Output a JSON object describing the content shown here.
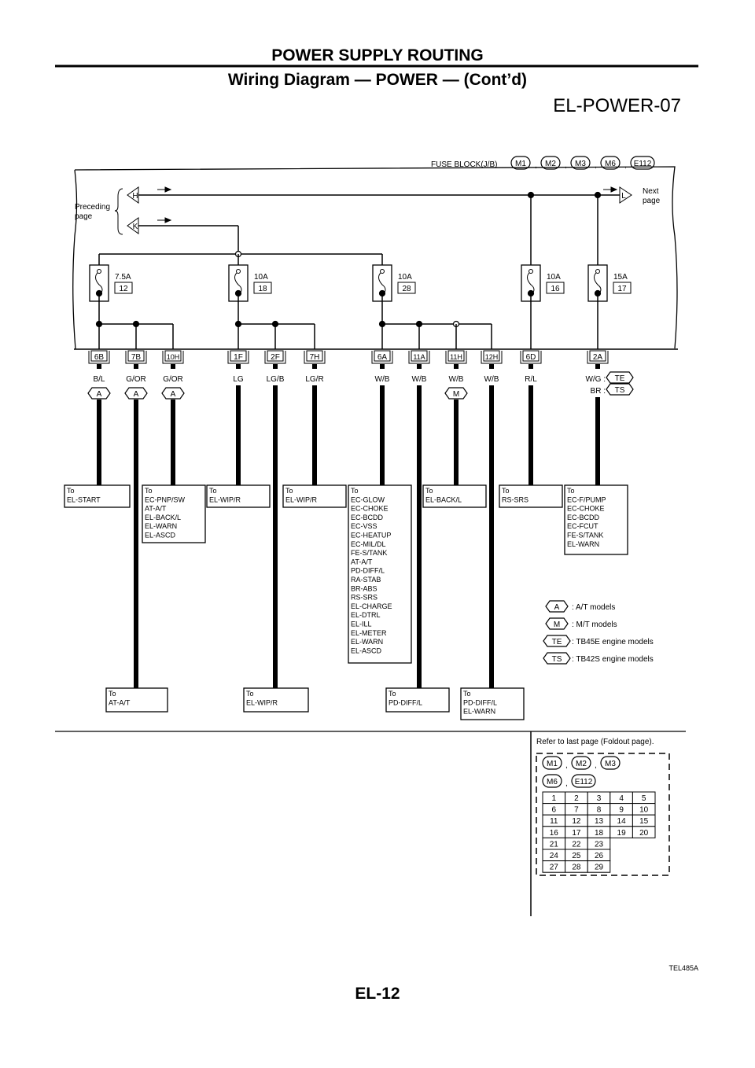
{
  "header": {
    "section_title": "POWER SUPPLY ROUTING",
    "subtitle": "Wiring Diagram — POWER — (Cont’d)",
    "diagram_id": "EL-POWER-07"
  },
  "fuse_block": {
    "label": "FUSE BLOCK(J/B)",
    "connectors": [
      "M1",
      "M2",
      "M3",
      "M6",
      "E112"
    ]
  },
  "page_links": {
    "preceding_label": "Preceding page",
    "preceding_line1": "Preceding",
    "preceding_line2": "page",
    "next_line1": "Next",
    "next_line2": "page",
    "inputs": [
      "H",
      "K"
    ],
    "output": "L"
  },
  "fuses": [
    {
      "rating": "7.5A",
      "number": "12"
    },
    {
      "rating": "10A",
      "number": "18"
    },
    {
      "rating": "10A",
      "number": "28"
    },
    {
      "rating": "10A",
      "number": "16"
    },
    {
      "rating": "15A",
      "number": "17"
    }
  ],
  "terminals": [
    {
      "id": "6B",
      "wire": "B/L",
      "option": "A"
    },
    {
      "id": "7B",
      "wire": "G/OR",
      "option": "A"
    },
    {
      "id": "10H",
      "wire": "G/OR",
      "option": "A"
    },
    {
      "id": "1F",
      "wire": "LG",
      "option": ""
    },
    {
      "id": "2F",
      "wire": "LG/B",
      "option": ""
    },
    {
      "id": "7H",
      "wire": "LG/R",
      "option": ""
    },
    {
      "id": "6A",
      "wire": "W/B",
      "option": ""
    },
    {
      "id": "11A",
      "wire": "W/B",
      "option": ""
    },
    {
      "id": "11H",
      "wire": "W/B",
      "option": "M"
    },
    {
      "id": "12H",
      "wire": "W/B",
      "option": ""
    },
    {
      "id": "6D",
      "wire": "R/L",
      "option": ""
    },
    {
      "id": "2A",
      "wire": "W/G :",
      "option": "TE",
      "alt_wire": "BR :",
      "alt_option": "TS"
    }
  ],
  "destinations": [
    {
      "lines": [
        "To",
        "EL-START"
      ]
    },
    {
      "lines": [
        "To",
        "EC-PNP/SW",
        "AT-A/T",
        "EL-BACK/L",
        "EL-WARN",
        "EL-ASCD"
      ]
    },
    {
      "lines": [
        "To",
        "EL-WIP/R"
      ]
    },
    {
      "lines": [
        "To",
        "EL-WIP/R"
      ]
    },
    {
      "lines": [
        "To",
        "EC-GLOW",
        "EC-CHOKE",
        "EC-BCDD",
        "EC-VSS",
        "EC-HEATUP",
        "EC-MIL/DL",
        "FE-S/TANK",
        "AT-A/T",
        "PD-DIFF/L",
        "RA-STAB",
        "BR-ABS",
        "RS-SRS",
        "EL-CHARGE",
        "EL-DTRL",
        "EL-ILL",
        "EL-METER",
        "EL-WARN",
        "EL-ASCD"
      ]
    },
    {
      "lines": [
        "To",
        "EL-BACK/L"
      ]
    },
    {
      "lines": [
        "To",
        "RS-SRS"
      ]
    },
    {
      "lines": [
        "To",
        "EC-F/PUMP",
        "EC-CHOKE",
        "EC-BCDD",
        "EC-FCUT",
        "FE-S/TANK",
        "EL-WARN"
      ]
    },
    {
      "lines": [
        "To",
        "AT-A/T"
      ]
    },
    {
      "lines": [
        "To",
        "EL-WIP/R"
      ]
    },
    {
      "lines": [
        "To",
        "PD-DIFF/L"
      ]
    },
    {
      "lines": [
        "To",
        "PD-DIFF/L",
        "EL-WARN"
      ]
    }
  ],
  "legend": [
    {
      "code": "A",
      "text": ": A/T models"
    },
    {
      "code": "M",
      "text": ": M/T models"
    },
    {
      "code": "TE",
      "text": ": TB45E engine models"
    },
    {
      "code": "TS",
      "text": ": TB42S engine models"
    }
  ],
  "connector_ref": {
    "note": "Refer to last page (Foldout page).",
    "row1": [
      "M1",
      "M2",
      "M3"
    ],
    "row2": [
      "M6",
      "E112"
    ],
    "grid": [
      [
        "1",
        "2",
        "3",
        "4",
        "5"
      ],
      [
        "6",
        "7",
        "8",
        "9",
        "10"
      ],
      [
        "11",
        "12",
        "13",
        "14",
        "15"
      ],
      [
        "16",
        "17",
        "18",
        "19",
        "20"
      ],
      [
        "21",
        "22",
        "23"
      ],
      [
        "24",
        "25",
        "26"
      ],
      [
        "27",
        "28",
        "29"
      ]
    ]
  },
  "figure_code": "TEL485A",
  "page_number": "EL-12"
}
